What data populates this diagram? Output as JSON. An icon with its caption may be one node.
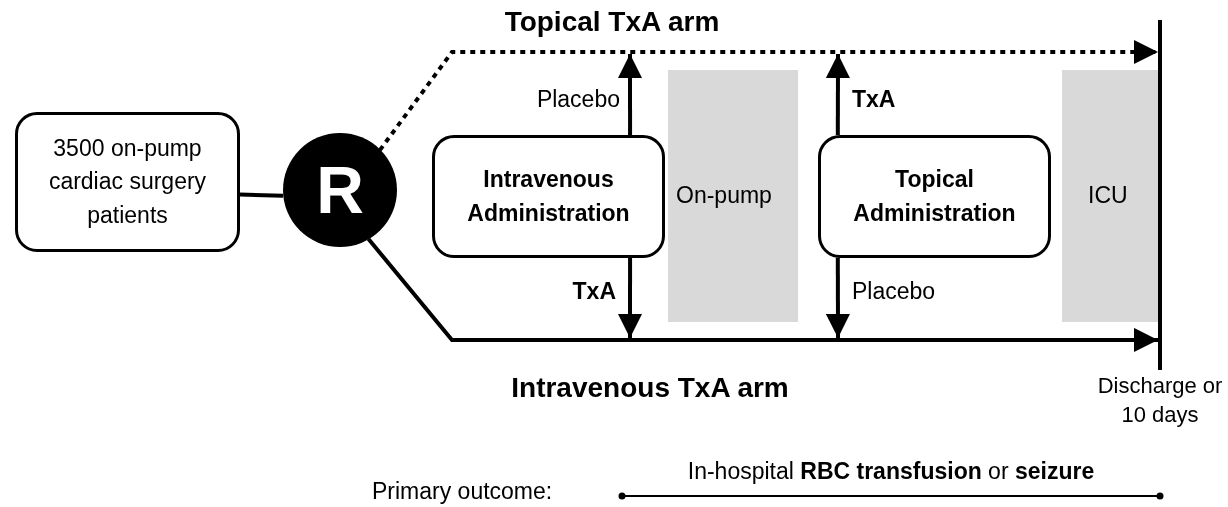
{
  "diagram": {
    "nodes": [
      {
        "text": [
          "3500 on-pump cardiac surgery patients"
        ]
      },
      {
        "text": [
          "R"
        ]
      },
      {
        "text": [
          "Intravenous Administration"
        ]
      },
      {
        "text": [
          "Topical Administration"
        ]
      },
      {
        "text": [
          "On-pump"
        ]
      },
      {
        "text": [
          "ICU"
        ]
      },
      {
        "text": [
          "Discharge or 10 days"
        ]
      }
    ],
    "edges": [
      {
        "from": 0,
        "to": 1,
        "arrow": "none"
      },
      {
        "from": 1,
        "to": 6,
        "arrow": "to",
        "label": "Topical TxA arm",
        "style": "dashed"
      },
      {
        "from": 1,
        "to": 6,
        "arrow": "to",
        "label": "Intravenous TxA arm"
      },
      {
        "from": 2,
        "to": null,
        "arrow": "to",
        "label": "Placebo"
      },
      {
        "from": 2,
        "to": null,
        "arrow": "to",
        "label": "TxA"
      },
      {
        "from": 3,
        "to": null,
        "arrow": "to",
        "label": "TxA"
      },
      {
        "from": 3,
        "to": null,
        "arrow": "to",
        "label": "Placebo"
      }
    ],
    "labels": [
      "Primary outcome:",
      "In-hospital **RBC transfusion** or **seizure**"
    ]
  }
}
